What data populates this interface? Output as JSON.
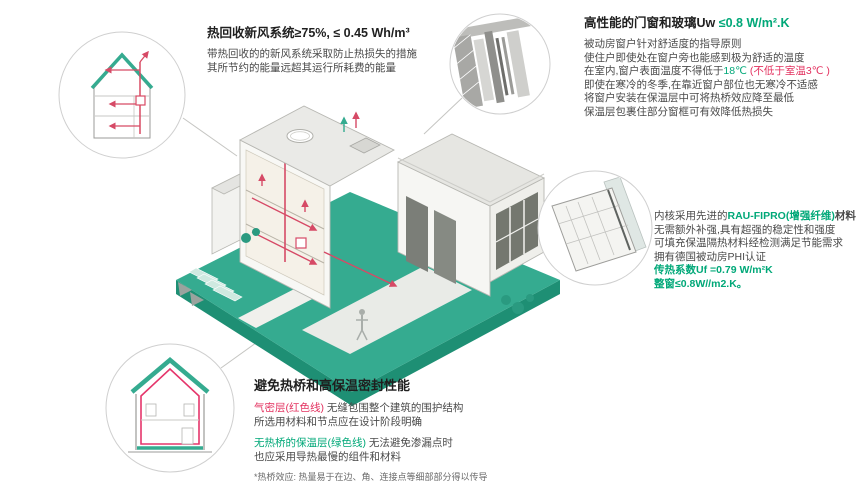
{
  "colors": {
    "teal": "#35ab90",
    "teal_dark": "#1e8f74",
    "duct_red": "#d64a66",
    "airtight_red": "#e5356b",
    "green_text": "#00a878",
    "red_text": "#e3315f"
  },
  "sections": {
    "hrv": {
      "title": "热回收新风系统≥75%, ≤ 0.45 Wh/m³",
      "body0": "带热回收的的新风系统采取防止热损失的措施",
      "body1": "其所节约的能量远超其运行所耗费的能量"
    },
    "windows": {
      "title_black": "高性能的门窗和玻璃Uw ",
      "title_green": "≤0.8 W/m².K",
      "l1": "被动房窗户针对舒适度的指导原则",
      "l2": "使住户即使处在窗户旁也能感到极为舒适的温度",
      "l3_pre": "在室内,窗户表面温度不得低于",
      "l3_green": "18℃",
      "l3_red": " (不低于室温3℃ )",
      "l4": "即使在寒冷的冬季,在靠近窗户部位也无寒冷不适感",
      "l5": "将窗户安装在保温层中可将热桥效应降至最低",
      "l6": "保温层包裹住部分窗框可有效降低热损失"
    },
    "profile": {
      "l1_pre": "内核采用先进的",
      "l1_green": "RAU-FIPRO(增强纤维)",
      "l1_post": "材料",
      "l2": "无需额外补强,具有超强的稳定性和强度",
      "l3": "可填充保温隔热材料经检测满足节能需求",
      "l4": "拥有德国被动房PHI认证",
      "l5": "传热系数Uf =0.79 W/m²K",
      "l6": "整窗≤0.8W//m2.K。"
    },
    "thermal": {
      "title": "避免热桥和高保温密封性能",
      "airtight_label": "气密层(红色线)",
      "airtight_text": " 无缝包围整个建筑的围护结构",
      "l2": "所选用材料和节点应在设计阶段明确",
      "insulation_label": "无热桥的保温层(绿色线)",
      "insulation_text": " 无法避免渗漏点时",
      "l4": "也应采用导热最慢的组件和材料",
      "footnote": "*热桥效应: 热量易于在边、角、连接点等细部部分得以传导"
    }
  }
}
